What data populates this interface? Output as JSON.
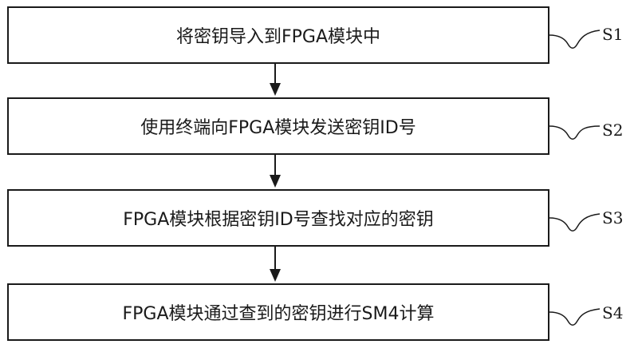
{
  "steps": [
    {
      "text": "将密钥导入到FPGA模块中",
      "label": "S1"
    },
    {
      "text": "使用终端向FPGA模块发送密钥ID号",
      "label": "S2"
    },
    {
      "text": "FPGA模块根据密钥ID号查找对应的密钥",
      "label": "S3"
    },
    {
      "text": "FPGA模块通过查到的密钥进行SM4计算",
      "label": "S4"
    }
  ]
}
